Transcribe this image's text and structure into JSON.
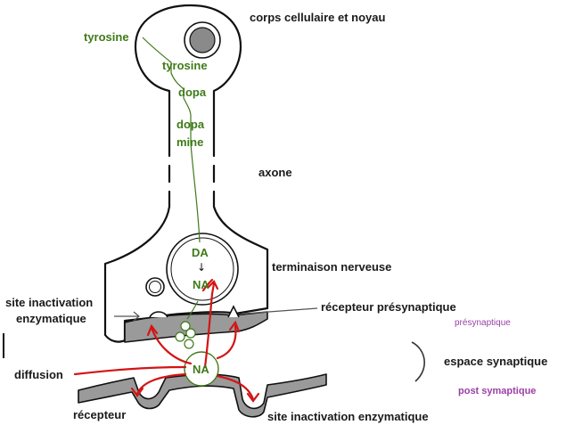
{
  "labels": {
    "cell_body": "corps cellulaire et noyau",
    "axon": "axone",
    "terminal": "terminaison nerveuse",
    "site_inactivation_1": "site inactivation",
    "site_inactivation_2": "enzymatique",
    "presynaptic_receptor": "récepteur présynaptique",
    "presynaptic": "présynaptique",
    "diffusion": "diffusion",
    "synaptic_space": "espace synaptique",
    "postsynaptic": "post symaptique",
    "receptor": "récepteur",
    "site_inactivation_enzymatic": "site inactivation enzymatique"
  },
  "pathway": {
    "tyrosine_outside": "tyrosine",
    "tyrosine_inside": "tyrosine",
    "dopa": "dopa",
    "dopamine_1": "dopa",
    "dopamine_2": "mine",
    "da": "DA",
    "arrow": "↓",
    "na_vesicle": "NA",
    "na_cleft": "NA"
  },
  "colors": {
    "text": "#1a1a1a",
    "pathway_green": "#3f7a18",
    "arrow_red": "#d41414",
    "accent_purple": "#9b3fa8",
    "membrane_gray": "#9a9a9a",
    "nucleus_gray": "#8a8a8a"
  }
}
